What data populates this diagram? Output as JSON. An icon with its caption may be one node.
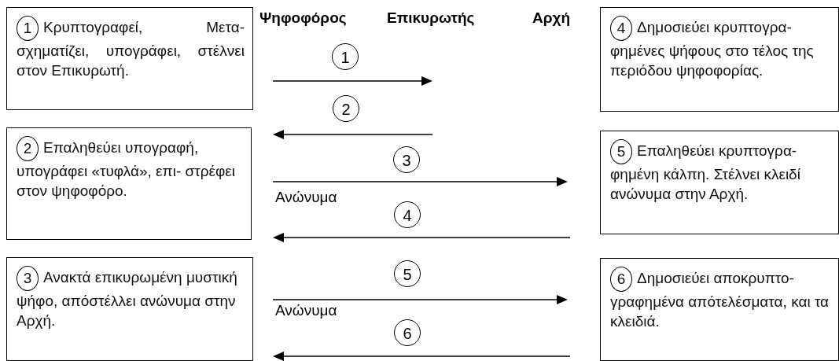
{
  "diagram": {
    "nodes": [
      {
        "text": [
          "1",
          "Κρυπτογραφεί, Μετα- σχηματίζει, υπογράφει, στέλνει στον Επικυρωτή."
        ]
      },
      {
        "text": [
          "2",
          "Επαληθεύει υπογραφή, υπογράφει «τυφλά», επι- στρέφει στον ψηφοφόρο."
        ]
      },
      {
        "text": [
          "3",
          "Ανακτά επικυρωμένη μυστική ψήφο, απόστέλλει ανώνυμα στην Αρχή."
        ]
      },
      {
        "text": [
          "4",
          "Δημοσιεύει κρυπτογρα- φημένες ψήφους στο τέλος της περιόδου ψηφοφορίας."
        ]
      },
      {
        "text": [
          "5",
          "Επαληθεύει κρυπτογρα- φημένη κάλπη. Στέλνει κλειδί ανώνυμα στην Αρχή."
        ]
      },
      {
        "text": [
          "6",
          "Δημοσιεύει αποκρυπτο- γραφημένα απότελέσματα, και τα κλειδιά."
        ]
      }
    ],
    "labels": [
      "Ψηφοφόρος",
      "Επικυρωτής",
      "Αρχή",
      "1",
      "2",
      "3",
      "Ανώνυμα",
      "4",
      "5",
      "Ανώνυμα",
      "6"
    ]
  }
}
